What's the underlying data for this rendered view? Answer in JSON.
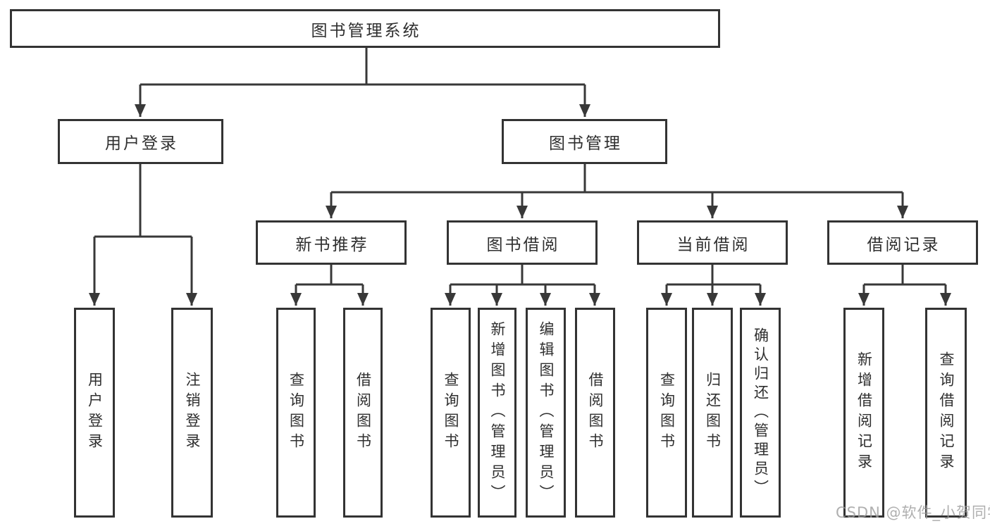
{
  "diagram": {
    "tree": {
      "root": {
        "label": "图书管理系统"
      },
      "children": [
        {
          "label": "用户登录",
          "children": [
            {
              "label": "用户登录"
            },
            {
              "label": "注销登录"
            }
          ]
        },
        {
          "label": "图书管理",
          "children": [
            {
              "label": "新书推荐",
              "children": [
                {
                  "label": "查询图书"
                },
                {
                  "label": "借阅图书"
                }
              ]
            },
            {
              "label": "图书借阅",
              "children": [
                {
                  "label": "查询图书"
                },
                {
                  "label": "新增图书（管理员）"
                },
                {
                  "label": "编辑图书（管理员）"
                },
                {
                  "label": "借阅图书"
                }
              ]
            },
            {
              "label": "当前借阅",
              "children": [
                {
                  "label": "查询图书"
                },
                {
                  "label": "归还图书"
                },
                {
                  "label": "确认归还（管理员）"
                }
              ]
            },
            {
              "label": "借阅记录",
              "children": [
                {
                  "label": "新增借阅记录"
                },
                {
                  "label": "查询借阅记录"
                }
              ]
            }
          ]
        }
      ]
    },
    "colors": {
      "line": "#383838",
      "box_border": "#333333",
      "text": "#2f2f2f",
      "background": "#ffffff",
      "watermark": "#9e9e9e"
    }
  },
  "watermark": {
    "text": "CSDN @软件_小贺同学"
  }
}
